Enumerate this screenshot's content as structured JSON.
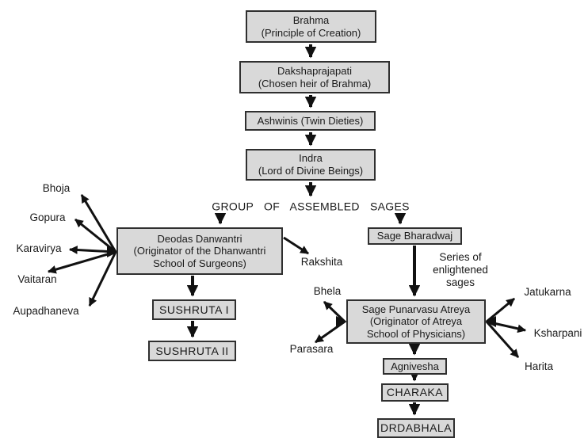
{
  "nodes": {
    "brahma": "Brahma\n(Principle of Creation)",
    "daksha": "Dakshaprajapati\n(Chosen heir of Brahma)",
    "ashwinis": "Ashwinis (Twin Dieties)",
    "indra": "Indra\n(Lord of Divine Beings)",
    "deodas": "Deodas Danwantri\n(Originator of the Dhanwantri\nSchool of Surgeons)",
    "sushruta1": "SUSHRUTA I",
    "sushruta2": "SUSHRUTA II",
    "bharadwaj": "Sage Bharadwaj",
    "atreya": "Sage Punarvasu Atreya\n(Originator of Atreya\nSchool of Physicians)",
    "agnivesha": "Agnivesha",
    "charaka": "CHARAKA",
    "drdabhala": "DRDABHALA"
  },
  "labels": {
    "group_sages": "GROUP OF ASSEMBLED SAGES",
    "series_sages": "Series of\nenlightened\nsages",
    "bhoja": "Bhoja",
    "gopura": "Gopura",
    "karavirya": "Karavirya",
    "vaitaran": "Vaitaran",
    "aupadhaneva": "Aupadhaneva",
    "rakshita": "Rakshita",
    "bhela": "Bhela",
    "parasara": "Parasara",
    "jatukarna": "Jatukarna",
    "ksharpani": "Ksharpani",
    "harita": "Harita"
  },
  "colors": {
    "box_fill": "#d9d9d9",
    "box_border": "#2f2f2f",
    "arrow": "#111111",
    "text": "#1a1a1a",
    "background": "#ffffff"
  }
}
